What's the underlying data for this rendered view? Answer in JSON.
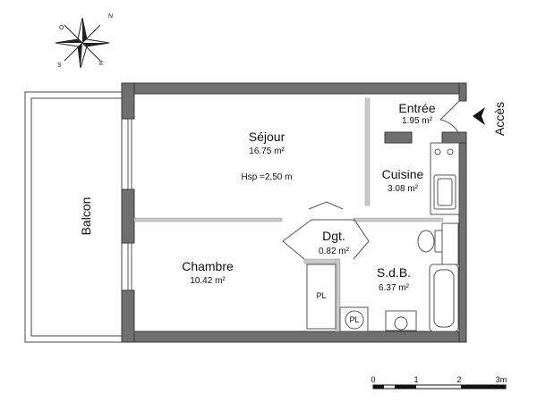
{
  "compass": {
    "letters": {
      "n": "N",
      "s": "S",
      "e": "E",
      "o": "O"
    }
  },
  "balcony": {
    "label": "Balcon"
  },
  "rooms": {
    "sejour": {
      "name": "Séjour",
      "area": "16.75 m²",
      "ceiling": "Hsp =2,50 m"
    },
    "entree": {
      "name": "Entrée",
      "area": "1.95 m²"
    },
    "cuisine": {
      "name": "Cuisine",
      "area": "3.08 m²"
    },
    "degagement": {
      "name": "Dgt.",
      "area": "0.82 m²"
    },
    "chambre": {
      "name": "Chambre",
      "area": "10.42 m²"
    },
    "sdb": {
      "name": "S.d.B.",
      "area": "6.37 m²"
    }
  },
  "closets": {
    "pl_1": "PL",
    "pl_2": "PL"
  },
  "access": {
    "label": "Accès"
  },
  "scale_bar": {
    "ticks": [
      "0",
      "1",
      "2",
      "3m"
    ]
  }
}
